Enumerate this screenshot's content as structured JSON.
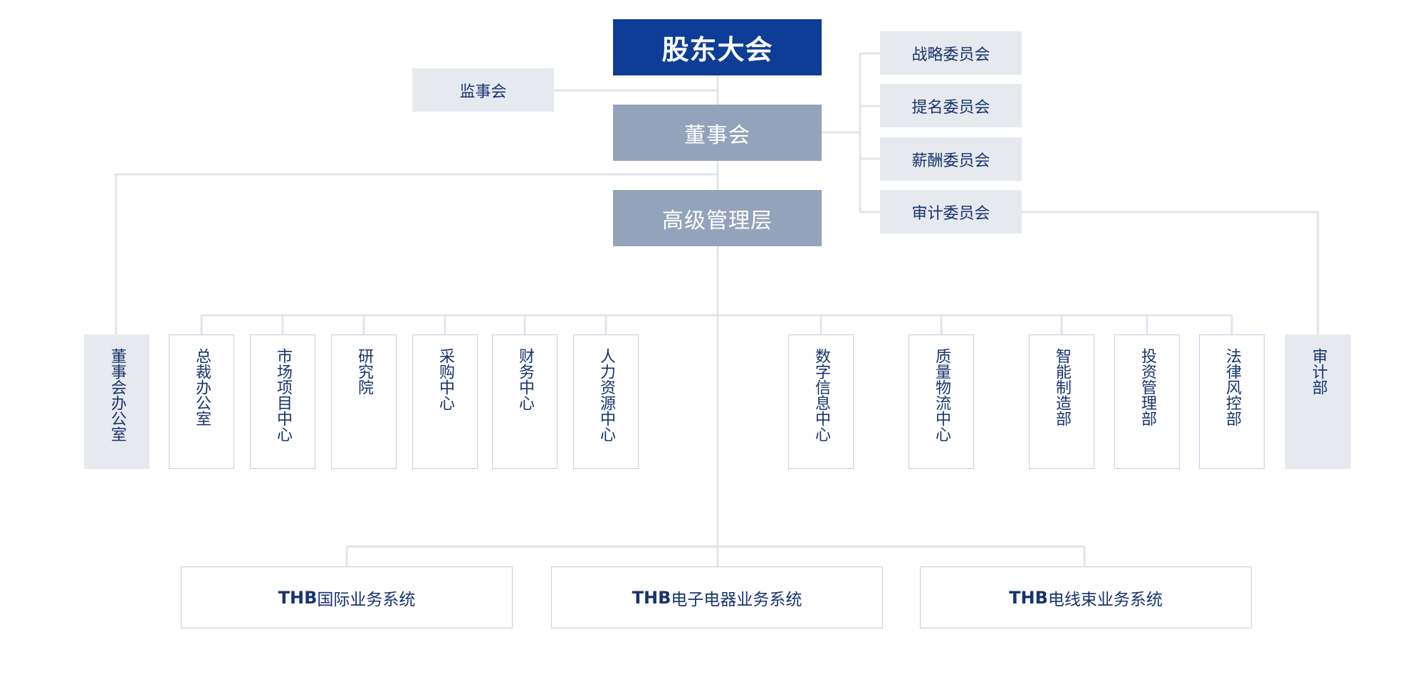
{
  "colors": {
    "primary": "#0d3d96",
    "secondary": "#93a3bb",
    "side_box": "#e6e9ee",
    "text": "#17336f",
    "line": "#e2e4e8"
  },
  "nodes": {
    "shareholders": "股东大会",
    "supervisory": "监事会",
    "board": "董事会",
    "management": "高级管理层",
    "committees": [
      "战略委员会",
      "提名委员会",
      "薪酬委员会",
      "审计委员会"
    ]
  },
  "departments": [
    "董事会办公室",
    "总裁办公室",
    "市场项目中心",
    "研究院",
    "采购中心",
    "财务中心",
    "人力资源中心",
    "数字信息中心",
    "质量物流中心",
    "智能制造部",
    "投资管理部",
    "法律风控部",
    "审计部"
  ],
  "systems": [
    {
      "brand": "THB",
      "name": "国际业务系统"
    },
    {
      "brand": "THB",
      "name": "电子电器业务系统"
    },
    {
      "brand": "THB",
      "name": "电线束业务系统"
    }
  ]
}
